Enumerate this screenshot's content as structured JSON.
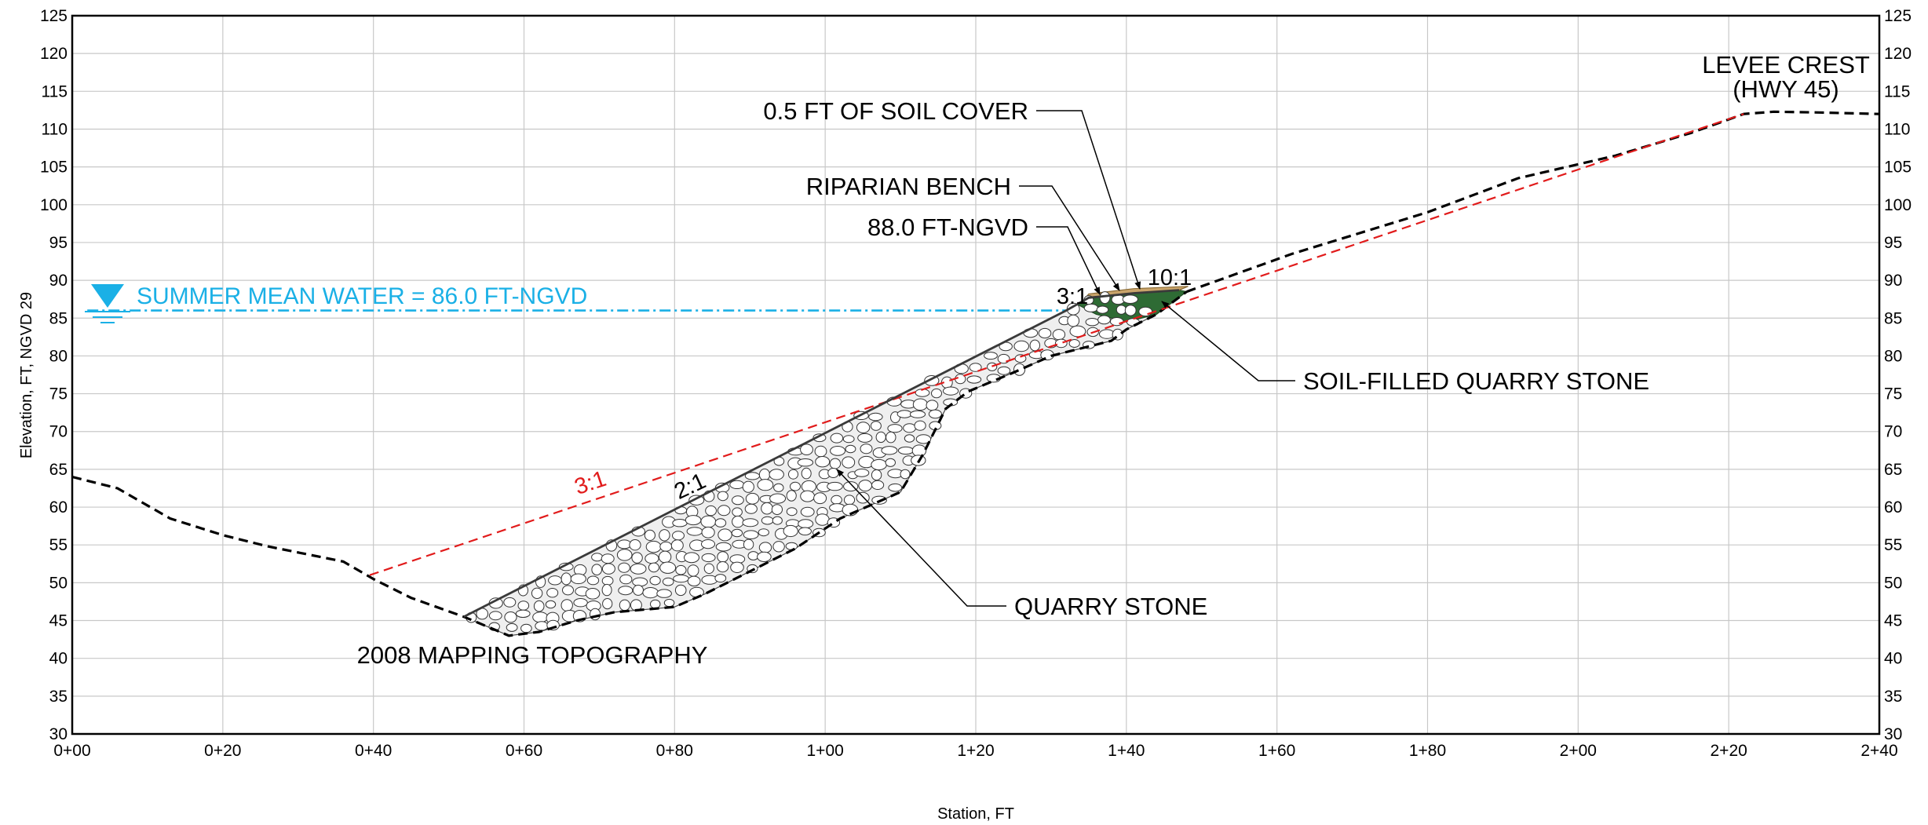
{
  "chart_data": {
    "type": "cross-section",
    "xlabel": "Station, FT",
    "ylabel": "Elevation, FT, NGVD 29",
    "xlim": [
      0,
      240
    ],
    "ylim": [
      30,
      125
    ],
    "x_ticks": [
      {
        "value": 0,
        "label": "0+00"
      },
      {
        "value": 20,
        "label": "0+20"
      },
      {
        "value": 40,
        "label": "0+40"
      },
      {
        "value": 60,
        "label": "0+60"
      },
      {
        "value": 80,
        "label": "0+80"
      },
      {
        "value": 100,
        "label": "1+00"
      },
      {
        "value": 120,
        "label": "1+20"
      },
      {
        "value": 140,
        "label": "1+40"
      },
      {
        "value": 160,
        "label": "1+60"
      },
      {
        "value": 180,
        "label": "1+80"
      },
      {
        "value": 200,
        "label": "2+00"
      },
      {
        "value": 220,
        "label": "2+20"
      },
      {
        "value": 240,
        "label": "2+40"
      }
    ],
    "y_ticks": [
      30,
      35,
      40,
      45,
      50,
      55,
      60,
      65,
      70,
      75,
      80,
      85,
      90,
      95,
      100,
      105,
      110,
      115,
      120,
      125
    ],
    "grid": true,
    "series": [
      {
        "key": "existing_ground",
        "name": "2008 MAPPING TOPOGRAPHY",
        "style": "dashed",
        "color": "#000000",
        "points": [
          [
            0,
            64
          ],
          [
            6,
            62.5
          ],
          [
            13,
            58.5
          ],
          [
            20,
            56.3
          ],
          [
            26,
            54.8
          ],
          [
            36,
            52.8
          ],
          [
            40,
            50.5
          ],
          [
            45,
            48
          ],
          [
            52,
            45.5
          ],
          [
            58,
            43
          ],
          [
            62,
            43.5
          ],
          [
            67,
            45
          ],
          [
            72,
            46.1
          ],
          [
            80,
            46.8
          ],
          [
            84,
            48.5
          ],
          [
            96,
            54.5
          ],
          [
            102,
            58.5
          ],
          [
            110,
            62
          ],
          [
            113,
            67
          ],
          [
            116,
            73
          ],
          [
            119,
            75.3
          ],
          [
            125,
            77.8
          ],
          [
            130,
            80
          ],
          [
            138,
            82
          ],
          [
            140,
            83.5
          ],
          [
            144,
            85.5
          ],
          [
            148,
            88.5
          ]
        ]
      },
      {
        "key": "existing_ground_upper",
        "name": "",
        "style": "dashed",
        "color": "#000000",
        "points": [
          [
            148,
            88.5
          ],
          [
            162,
            93.5
          ],
          [
            180,
            99
          ],
          [
            192,
            103.5
          ],
          [
            205,
            106.5
          ],
          [
            215,
            109.5
          ],
          [
            222,
            112
          ],
          [
            226,
            112.3
          ],
          [
            232,
            112.2
          ],
          [
            240,
            112
          ]
        ]
      },
      {
        "key": "slope_3_to_1_reference",
        "name": "",
        "style": "dashed",
        "color": "#e11b1b",
        "points": [
          [
            39.5,
            51
          ],
          [
            222,
            112
          ]
        ]
      },
      {
        "key": "water_surface",
        "name": "",
        "style": "dash-dot",
        "color": "#1ab0e6",
        "points": [
          [
            2,
            86
          ],
          [
            132,
            86
          ]
        ]
      },
      {
        "key": "proposed_stone_face",
        "name": "",
        "style": "solid",
        "color": "#3a3a3a",
        "points": [
          [
            52,
            45.5
          ],
          [
            132,
            86
          ],
          [
            135,
            87.7
          ],
          [
            141,
            88.3
          ],
          [
            147,
            88.7
          ]
        ]
      }
    ],
    "regions": [
      {
        "key": "quarry_stone",
        "label": "QUARRY STONE",
        "points": [
          [
            52,
            45.5
          ],
          [
            132,
            86
          ],
          [
            135,
            87.7
          ],
          [
            141,
            88.3
          ],
          [
            144,
            85.5
          ],
          [
            140,
            83.5
          ],
          [
            138,
            82
          ],
          [
            130,
            80
          ],
          [
            125,
            77.8
          ],
          [
            119,
            75.3
          ],
          [
            116,
            73
          ],
          [
            113,
            67
          ],
          [
            110,
            62
          ],
          [
            102,
            58.5
          ],
          [
            96,
            54.5
          ],
          [
            84,
            48.5
          ],
          [
            80,
            46.8
          ],
          [
            72,
            46.1
          ],
          [
            67,
            45
          ],
          [
            62,
            43.5
          ],
          [
            58,
            43
          ]
        ]
      },
      {
        "key": "soil_filled_quarry_stone",
        "label": "SOIL-FILLED QUARRY STONE",
        "points": [
          [
            133.5,
            86.8
          ],
          [
            135,
            87.7
          ],
          [
            141,
            88.3
          ],
          [
            147,
            88.7
          ],
          [
            148,
            88.5
          ],
          [
            144,
            85.5
          ],
          [
            140,
            84.5
          ],
          [
            136,
            85.5
          ]
        ]
      },
      {
        "key": "soil_cover",
        "label": "0.5 FT OF SOIL COVER",
        "points": [
          [
            134.5,
            87.6
          ],
          [
            141,
            88.3
          ],
          [
            147,
            88.7
          ],
          [
            148.2,
            89.2
          ],
          [
            141,
            88.9
          ],
          [
            135,
            88.2
          ]
        ]
      }
    ],
    "annotations": {
      "soil_cover": "0.5 FT OF SOIL COVER",
      "riparian_bench": "RIPARIAN BENCH",
      "elevation_88": "88.0 FT-NGVD",
      "soil_filled": "SOIL-FILLED QUARRY STONE",
      "quarry_stone": "QUARRY STONE",
      "topography": "2008 MAPPING TOPOGRAPHY",
      "levee_crest_line1": "LEVEE CREST",
      "levee_crest_line2": "(HWY 45)",
      "water": "SUMMER MEAN WATER = 86.0 FT-NGVD",
      "slope_red": "3:1",
      "slope_stone": "2:1",
      "slope_upper": "3:1",
      "slope_bench": "10:1"
    },
    "colors": {
      "water": "#1ab0e6",
      "reference_slope": "#e11b1b",
      "soil_cover": "#c9a46a",
      "soil_fill": "#2e6b34",
      "grid": "#c8c8c8"
    }
  }
}
